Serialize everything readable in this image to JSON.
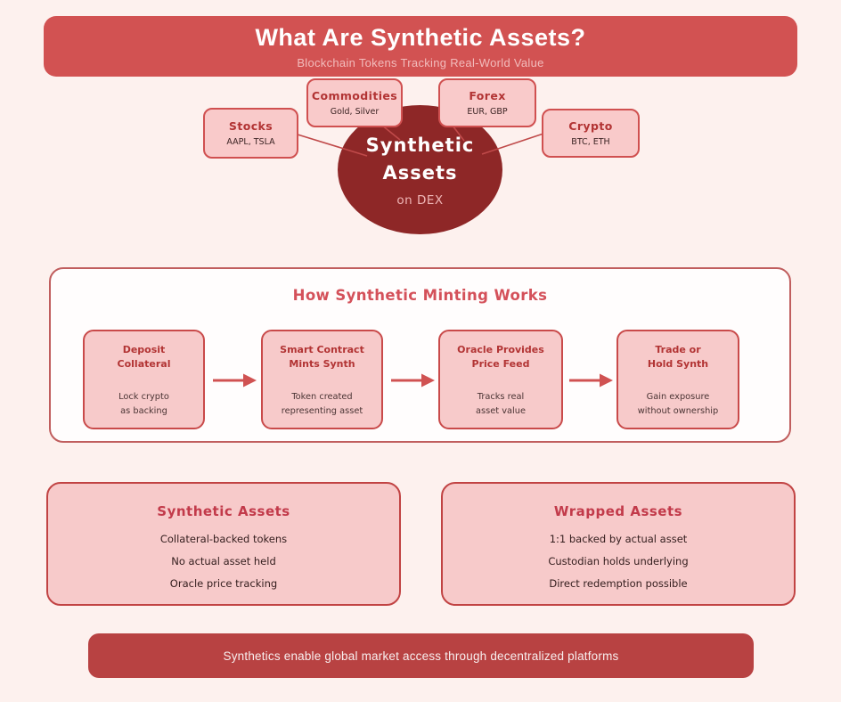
{
  "header": {
    "title": "What Are Synthetic Assets?",
    "subtitle": "Blockchain Tokens Tracking Real-World Value"
  },
  "hub": {
    "line1": "Synthetic",
    "line2": "Assets",
    "caption": "on DEX"
  },
  "asset_nodes": [
    {
      "title": "Stocks",
      "subtitle": "AAPL, TSLA"
    },
    {
      "title": "Commodities",
      "subtitle": "Gold, Silver"
    },
    {
      "title": "Forex",
      "subtitle": "EUR, GBP"
    },
    {
      "title": "Crypto",
      "subtitle": "BTC, ETH"
    }
  ],
  "minting": {
    "title": "How Synthetic Minting Works",
    "steps": [
      {
        "title_lines": [
          "Deposit",
          "Collateral"
        ],
        "body_lines": [
          "Lock crypto",
          "as backing"
        ]
      },
      {
        "title_lines": [
          "Smart Contract",
          "Mints Synth"
        ],
        "body_lines": [
          "Token created",
          "representing asset"
        ]
      },
      {
        "title_lines": [
          "Oracle Provides",
          "Price Feed"
        ],
        "body_lines": [
          "Tracks real",
          "asset value"
        ]
      },
      {
        "title_lines": [
          "Trade or",
          "Hold Synth"
        ],
        "body_lines": [
          "Gain exposure",
          "without ownership"
        ]
      }
    ]
  },
  "comparison": {
    "left": {
      "title": "Synthetic Assets",
      "items": [
        "Collateral-backed tokens",
        "No actual asset held",
        "Oracle price tracking"
      ]
    },
    "right": {
      "title": "Wrapped Assets",
      "items": [
        "1:1 backed by actual asset",
        "Custodian holds underlying",
        "Direct redemption possible"
      ]
    }
  },
  "footer": {
    "text": "Synthetics enable global market access through decentralized platforms"
  },
  "colors": {
    "background": "#fdf1ee",
    "header_bg": "#d25252",
    "hub_fill": "#8e2727",
    "node_fill": "#f9caca",
    "node_border": "#d05050",
    "section_title": "#d4515a",
    "arrow": "#d05252",
    "footer_bg": "#b84242"
  }
}
